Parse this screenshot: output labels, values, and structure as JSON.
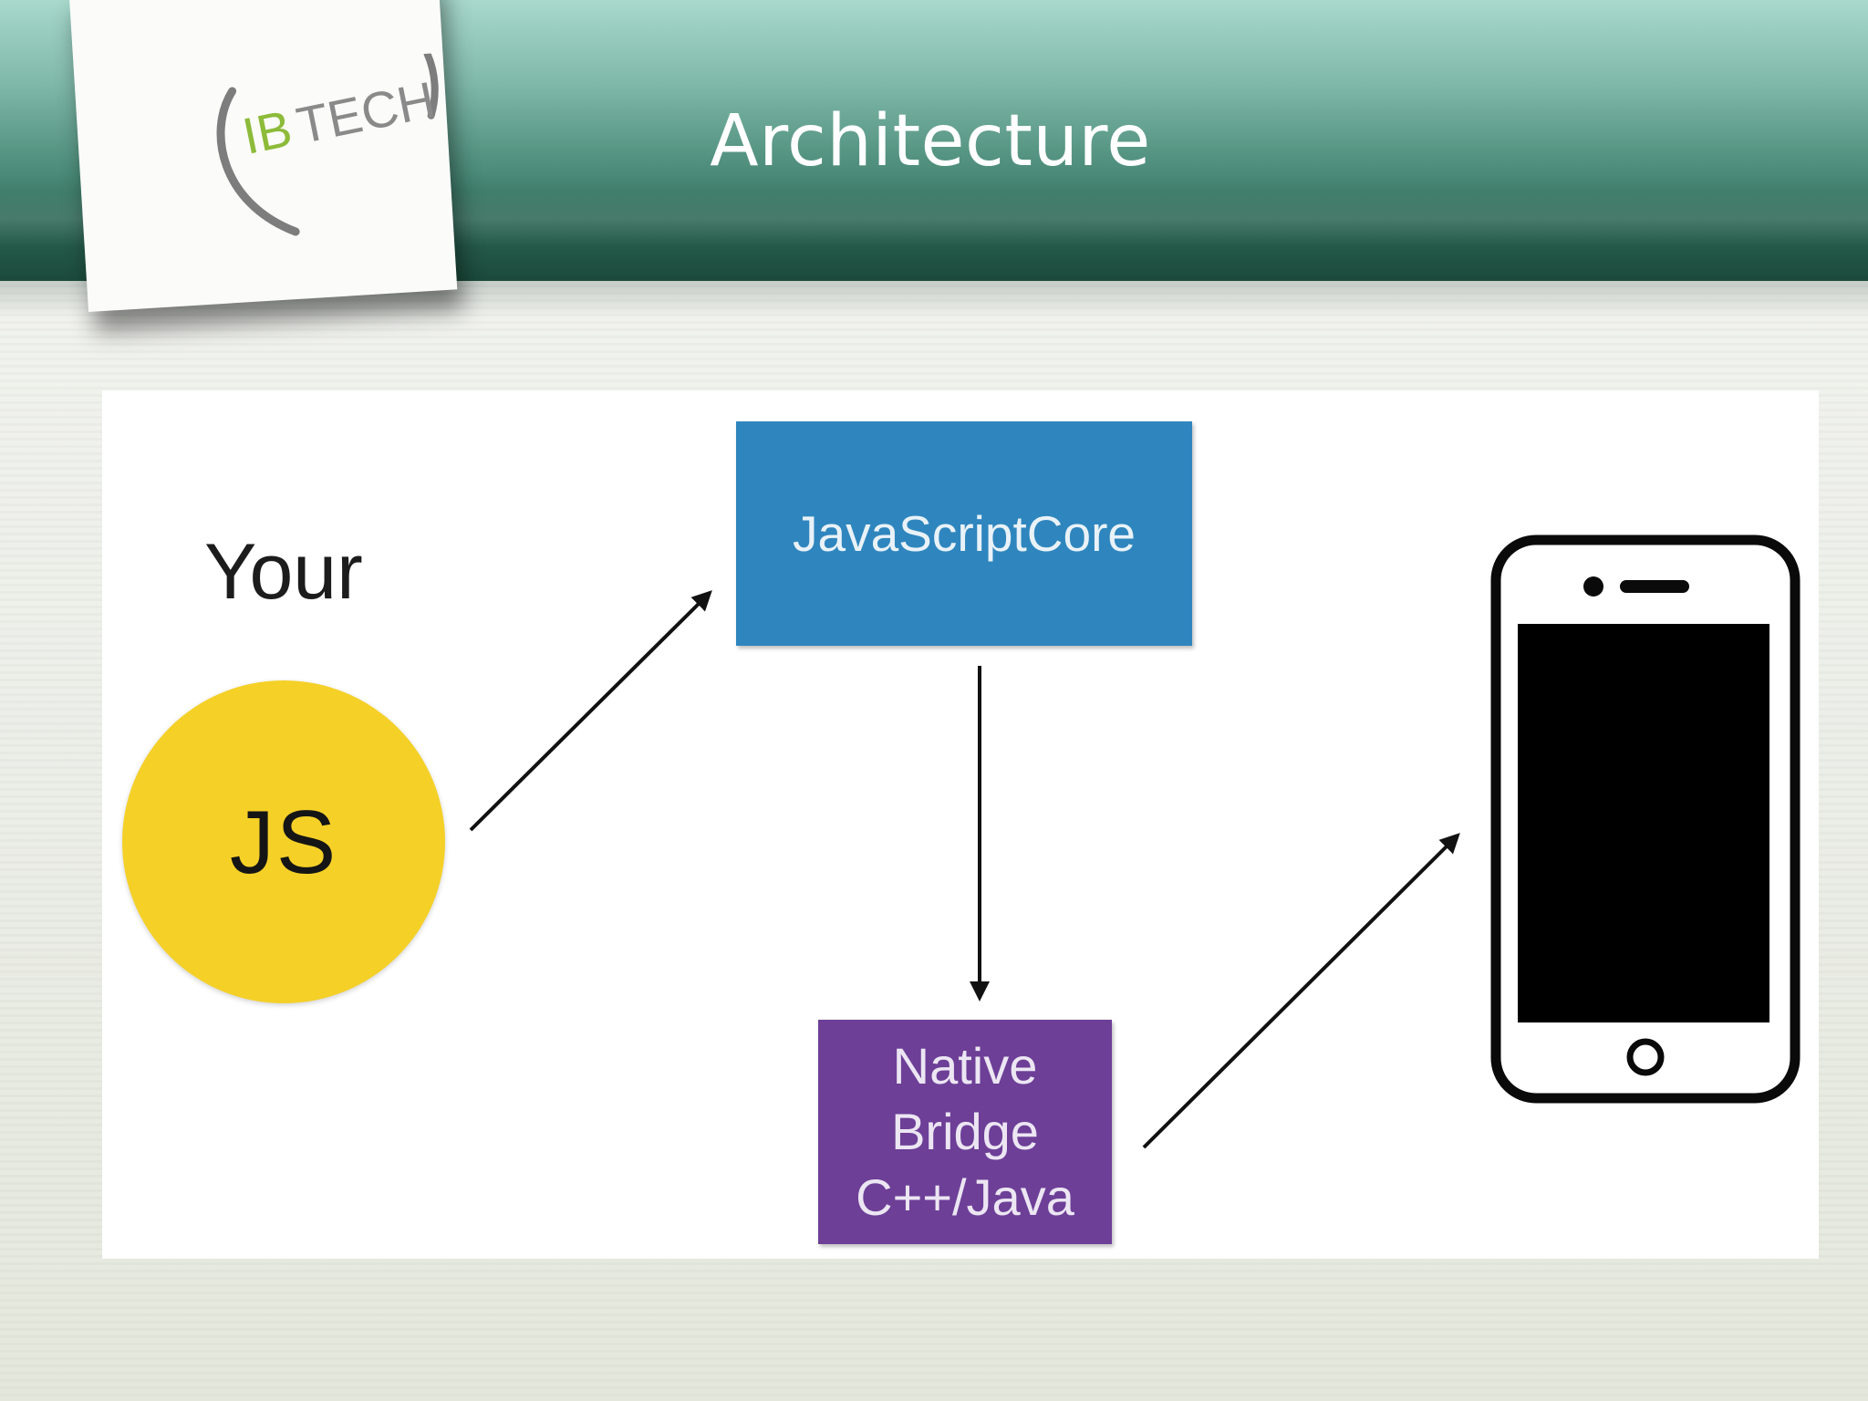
{
  "slide": {
    "title": "Architecture"
  },
  "logo": {
    "text_gray": "TECH",
    "text_green": "IB",
    "icon": "ibtech-logo"
  },
  "diagram": {
    "your_label": "Your",
    "js_label": "JS",
    "engine_label": "JavaScriptCore",
    "bridge_lines": [
      "Native",
      "Bridge",
      "C++/Java"
    ],
    "device_icon": "smartphone-icon"
  },
  "colors": {
    "header_green": "#245848",
    "js_yellow": "#f5d027",
    "engine_blue": "#2f86be",
    "bridge_purple": "#6d3f97"
  }
}
